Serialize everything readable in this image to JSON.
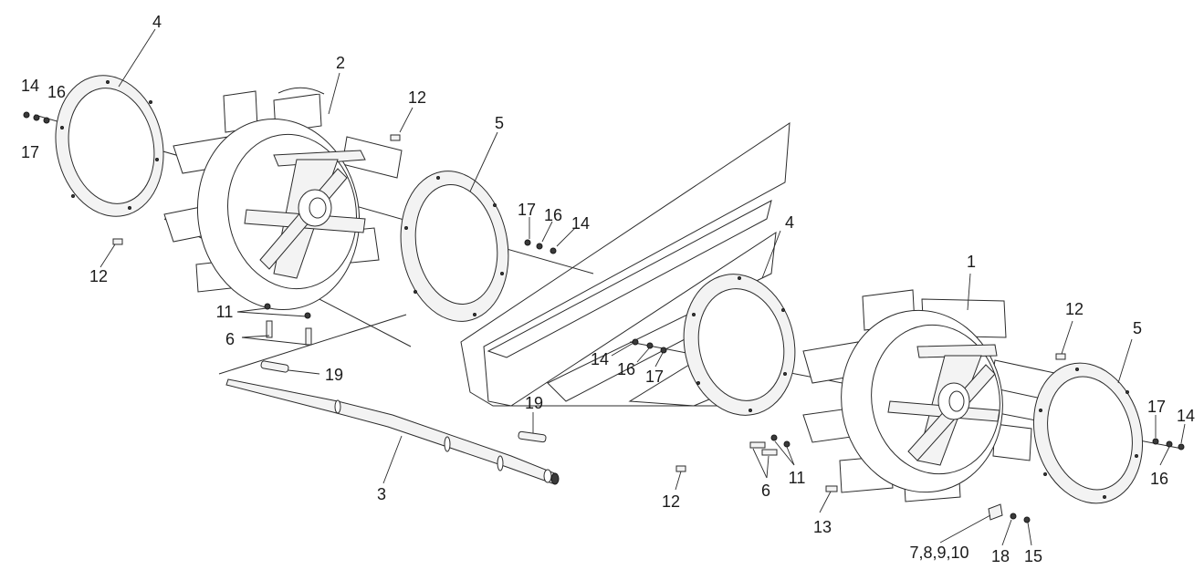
{
  "callouts": [
    {
      "id": "c4a",
      "text": "4"
    },
    {
      "id": "c14a",
      "text": "14"
    },
    {
      "id": "c16a",
      "text": "16"
    },
    {
      "id": "c17a",
      "text": "17"
    },
    {
      "id": "c2",
      "text": "2"
    },
    {
      "id": "c12a",
      "text": "12"
    },
    {
      "id": "c5a",
      "text": "5"
    },
    {
      "id": "c17b",
      "text": "17"
    },
    {
      "id": "c16b",
      "text": "16"
    },
    {
      "id": "c14b",
      "text": "14"
    },
    {
      "id": "c12b",
      "text": "12"
    },
    {
      "id": "c11a",
      "text": "11"
    },
    {
      "id": "c6a",
      "text": "6"
    },
    {
      "id": "c19a",
      "text": "19"
    },
    {
      "id": "c3",
      "text": "3"
    },
    {
      "id": "c4b",
      "text": "4"
    },
    {
      "id": "c14c",
      "text": "14"
    },
    {
      "id": "c16c",
      "text": "16"
    },
    {
      "id": "c17c",
      "text": "17"
    },
    {
      "id": "c19b",
      "text": "19"
    },
    {
      "id": "c1",
      "text": "1"
    },
    {
      "id": "c12c",
      "text": "12"
    },
    {
      "id": "c5b",
      "text": "5"
    },
    {
      "id": "c17d",
      "text": "17"
    },
    {
      "id": "c14d",
      "text": "14"
    },
    {
      "id": "c16d",
      "text": "16"
    },
    {
      "id": "c11b",
      "text": "11"
    },
    {
      "id": "c6b",
      "text": "6"
    },
    {
      "id": "c12d",
      "text": "12"
    },
    {
      "id": "c13",
      "text": "13"
    },
    {
      "id": "c7",
      "text": "7,8,9,10"
    },
    {
      "id": "c18",
      "text": "18"
    },
    {
      "id": "c15",
      "text": "15"
    }
  ]
}
